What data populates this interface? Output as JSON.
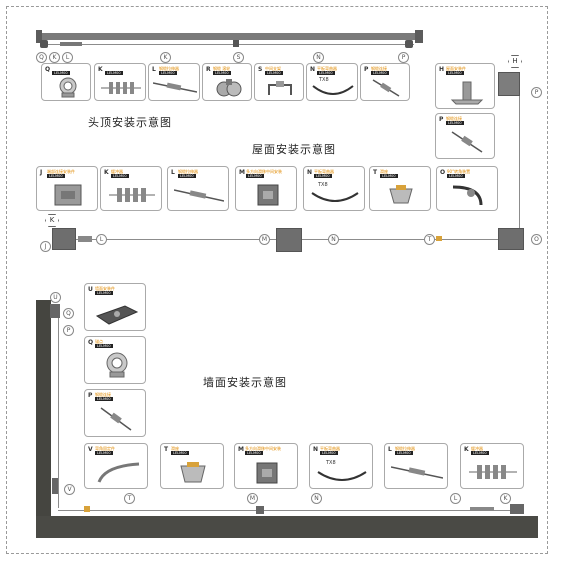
{
  "titles": {
    "top": "头顶安装示意图",
    "roof": "屋面安装示意图",
    "wall": "墙面安装示意图"
  },
  "top_markers": [
    "Q",
    "K",
    "L",
    "K",
    "S",
    "N",
    "P"
  ],
  "top_cards": [
    {
      "letter": "Q",
      "name": "",
      "code": "LELM00"
    },
    {
      "letter": "K",
      "name": "",
      "code": "LELM00"
    },
    {
      "letter": "L",
      "name": "钢缆拉伸器",
      "code": "LELM00"
    },
    {
      "letter": "R",
      "name": "钢缆 滚轮",
      "code": "LELM00"
    },
    {
      "letter": "S",
      "name": "中间支架",
      "code": "LELM00"
    },
    {
      "letter": "N",
      "name": "平板弯曲器",
      "code": "LELM00"
    },
    {
      "letter": "P",
      "name": "钢缆连接",
      "code": "LELM00"
    }
  ],
  "right_cards": [
    {
      "letter": "H",
      "name": "屋面安装件",
      "code": "LELM00"
    },
    {
      "letter": "P",
      "name": "钢缆连接",
      "code": "LELM00"
    }
  ],
  "roof_cards": [
    {
      "letter": "J",
      "name": "端部连接安装件",
      "code": "LELM00"
    },
    {
      "letter": "K",
      "name": "缓冲器",
      "code": "LELM00"
    },
    {
      "letter": "L",
      "name": "钢缆拉伸器",
      "code": "LELM00"
    },
    {
      "letter": "M",
      "name": "多方向滑移中间安装",
      "code": "LELM00"
    },
    {
      "letter": "N",
      "name": "平板弯曲器",
      "code": "LELM00"
    },
    {
      "letter": "T",
      "name": "滑座",
      "code": "LELM00"
    },
    {
      "letter": "O",
      "name": "90°转角装置",
      "code": "LELM00"
    }
  ],
  "roof_markers": [
    "J",
    "K",
    "L",
    "M",
    "N",
    "T",
    "O",
    "H",
    "P"
  ],
  "wall_left_cards": [
    {
      "letter": "U",
      "name": "墙面安装件",
      "code": "LELM00"
    },
    {
      "letter": "Q",
      "name": "锚点",
      "code": "LELM00"
    },
    {
      "letter": "P",
      "name": "钢缆连接",
      "code": "LELM00"
    }
  ],
  "wall_bottom_cards": [
    {
      "letter": "V",
      "name": "弯角固定件",
      "code": "LELM00"
    },
    {
      "letter": "T",
      "name": "滑座",
      "code": "LELM00"
    },
    {
      "letter": "M",
      "name": "多方向滑移中间安装",
      "code": "LELM00"
    },
    {
      "letter": "N",
      "name": "平板弯曲器",
      "code": "LELM00"
    },
    {
      "letter": "L",
      "name": "钢缆拉伸器",
      "code": "LELM00"
    },
    {
      "letter": "K",
      "name": "缓冲器",
      "code": "LELM00"
    }
  ],
  "wall_markers": [
    "U",
    "Q",
    "P",
    "V",
    "T",
    "M",
    "N",
    "L",
    "K"
  ],
  "txt_note": "TX8"
}
